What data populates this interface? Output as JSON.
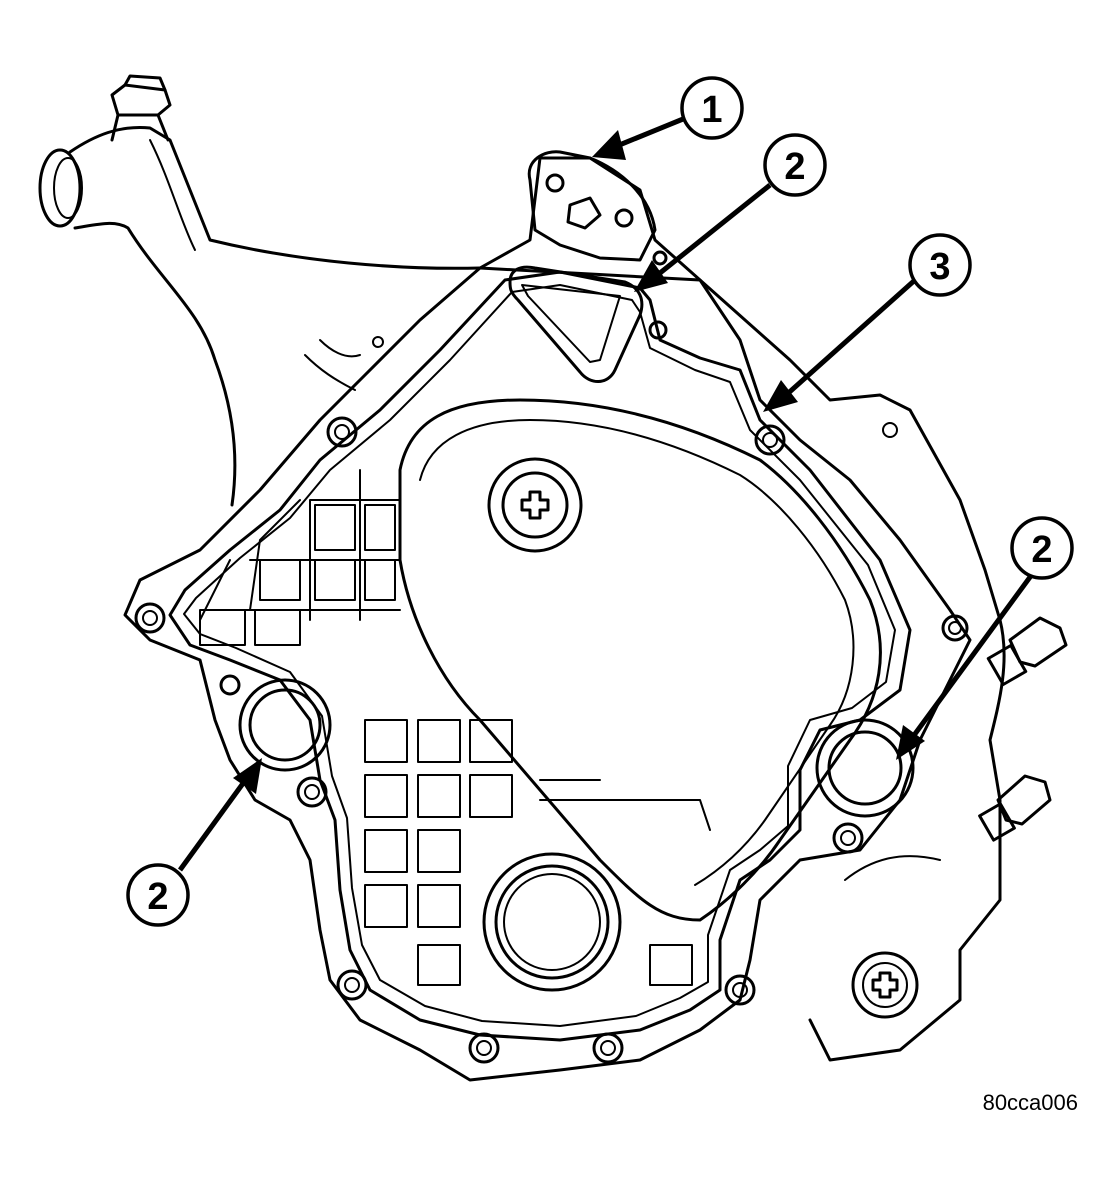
{
  "callouts": [
    {
      "id": "callout-1",
      "label": "1"
    },
    {
      "id": "callout-2-top",
      "label": "2"
    },
    {
      "id": "callout-3",
      "label": "3"
    },
    {
      "id": "callout-2-right",
      "label": "2"
    },
    {
      "id": "callout-2-left",
      "label": "2"
    }
  ],
  "figure_id": "80cca006"
}
